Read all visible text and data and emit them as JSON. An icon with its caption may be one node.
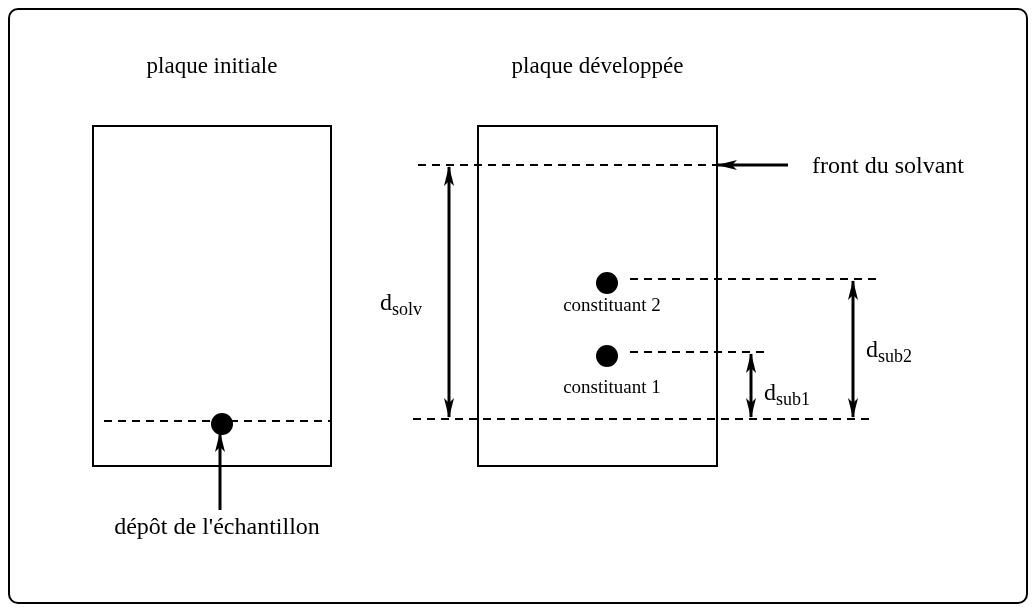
{
  "diagram": {
    "nodes": [
      {
        "text": [
          "plaque initiale"
        ]
      },
      {
        "text": [
          "plaque développée"
        ]
      },
      {
        "text": [
          "dépôt de l'échantillon"
        ]
      },
      {
        "text": [],
        "shape": "circle",
        "in": 0
      },
      {
        "text": [
          "front du solvant"
        ]
      },
      {
        "text": [],
        "shape": "circle",
        "in": 1,
        "beside": [
          "constituant 2"
        ]
      },
      {
        "text": [],
        "shape": "circle",
        "in": 1,
        "beside": [
          "constituant 1"
        ]
      }
    ],
    "edges": [
      {
        "from": 2,
        "to": 3,
        "arrow": "to"
      },
      {
        "from": 4,
        "to": 1,
        "arrow": "to"
      }
    ],
    "labels": [
      "d$_{solv}$",
      "d$_{sub2}$",
      "d$_{sub1}$"
    ]
  }
}
